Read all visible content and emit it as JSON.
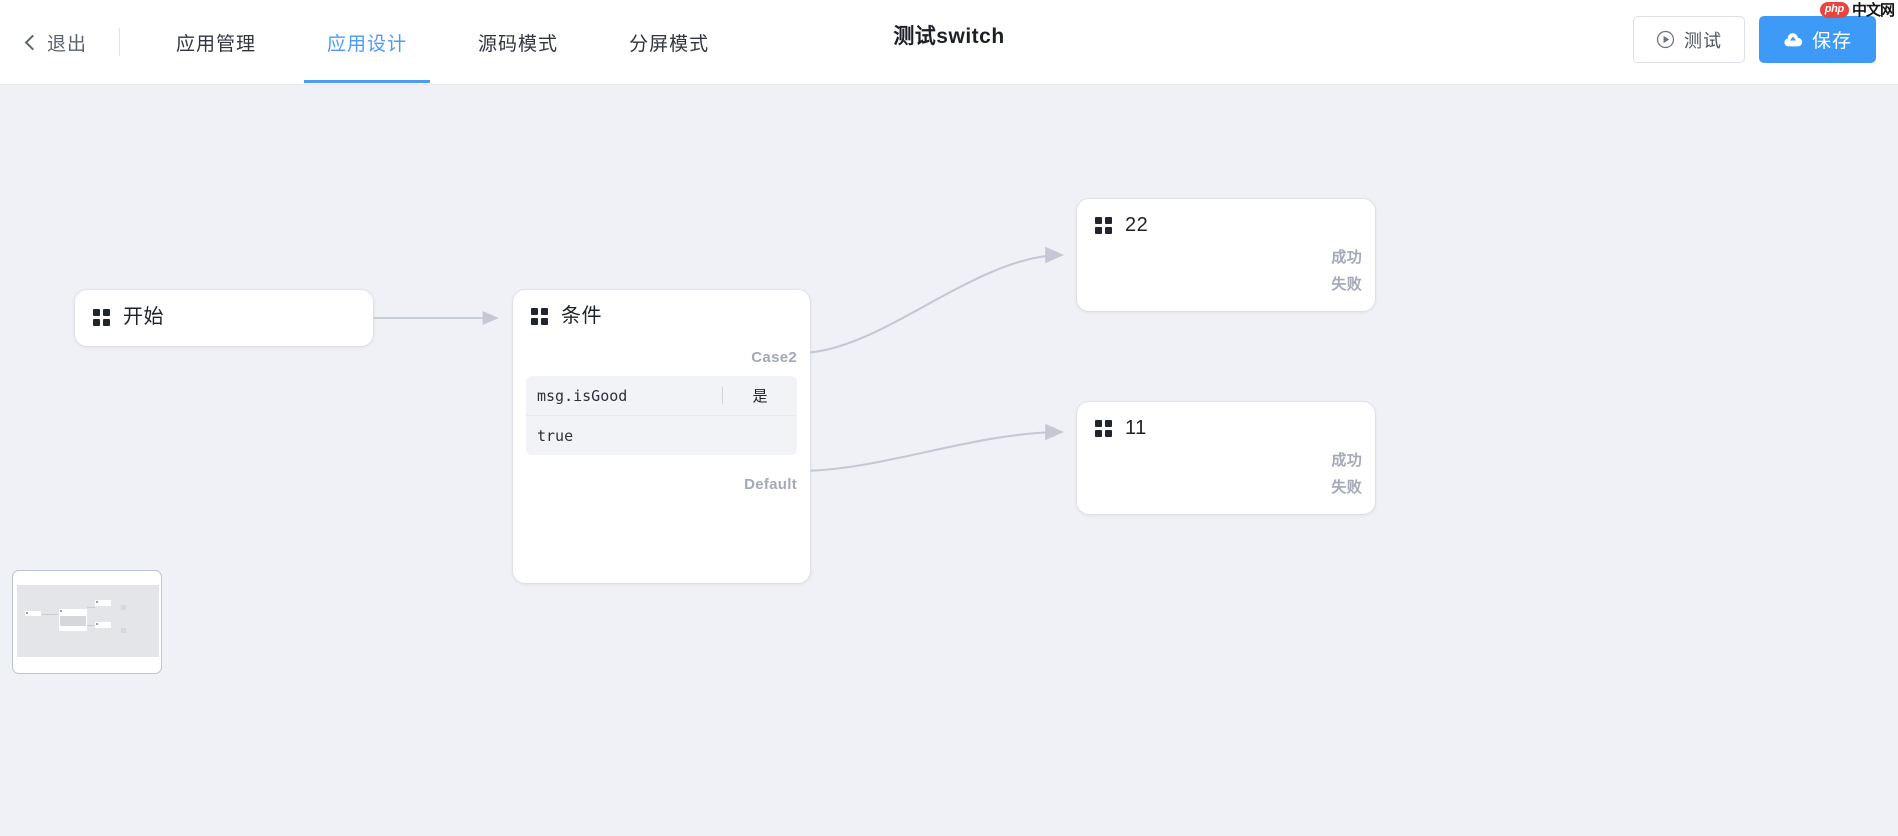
{
  "header": {
    "exit_label": "退出",
    "exit_icon": "chevron-left-icon",
    "tabs": [
      {
        "label": "应用管理",
        "active": false
      },
      {
        "label": "应用设计",
        "active": true
      },
      {
        "label": "源码模式",
        "active": false
      },
      {
        "label": "分屏模式",
        "active": false
      }
    ],
    "doc_title": "测试switch",
    "test_button": {
      "label": "测试",
      "icon": "play-circle-icon"
    },
    "save_button": {
      "label": "保存",
      "icon": "cloud-upload-icon"
    },
    "accent_color": "#4a9cf6",
    "save_button_color": "#3d9bf7"
  },
  "watermark": {
    "badge": "php",
    "text": "中文网",
    "badge_color": "#e8453c"
  },
  "canvas": {
    "background_color": "#f0f1f6",
    "edge_color": "#c9ced9",
    "nodes": [
      {
        "id": "start",
        "title": "开始",
        "icon": "grid-2x2-icon",
        "ports": []
      },
      {
        "id": "condition",
        "title": "条件",
        "icon": "grid-2x2-icon",
        "case_label": "Case2",
        "default_label": "Default",
        "rule": {
          "key": "msg.isGood",
          "operator": "是",
          "value": "true"
        }
      },
      {
        "id": "result-22",
        "title": "22",
        "icon": "grid-2x2-icon",
        "ports": [
          "成功",
          "失败"
        ]
      },
      {
        "id": "result-11",
        "title": "11",
        "icon": "grid-2x2-icon",
        "ports": [
          "成功",
          "失败"
        ]
      }
    ]
  },
  "minimap": {
    "name": "minimap"
  }
}
